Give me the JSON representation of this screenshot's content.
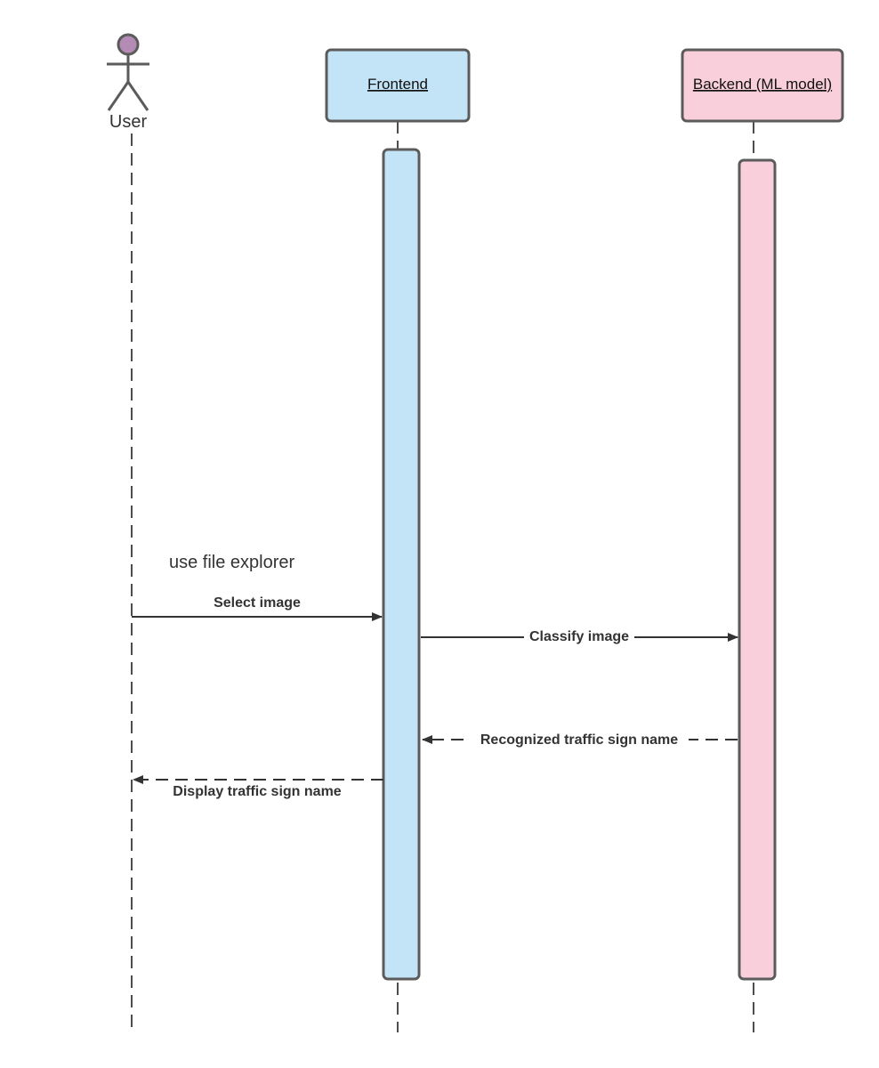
{
  "actors": [
    {
      "id": "user",
      "label": "User"
    }
  ],
  "participants": [
    {
      "id": "frontend",
      "label": "Frontend"
    },
    {
      "id": "backend",
      "label": "Backend  (ML model)"
    }
  ],
  "note": "use file explorer",
  "messages": [
    {
      "id": "select",
      "label": "Select image",
      "from": "user",
      "to": "frontend",
      "style": "solid"
    },
    {
      "id": "classify",
      "label": "Classify image",
      "from": "frontend",
      "to": "backend",
      "style": "solid"
    },
    {
      "id": "recognized",
      "label": "Recognized traffic sign name",
      "from": "backend",
      "to": "frontend",
      "style": "dashed"
    },
    {
      "id": "display",
      "label": "Display traffic sign name",
      "from": "frontend",
      "to": "user",
      "style": "dashed"
    }
  ],
  "colors": {
    "frontend_fill": "#c3e4f6",
    "backend_fill": "#f9cfdc",
    "actor_head": "#b38bb5",
    "stroke": "#5b5b5b"
  }
}
